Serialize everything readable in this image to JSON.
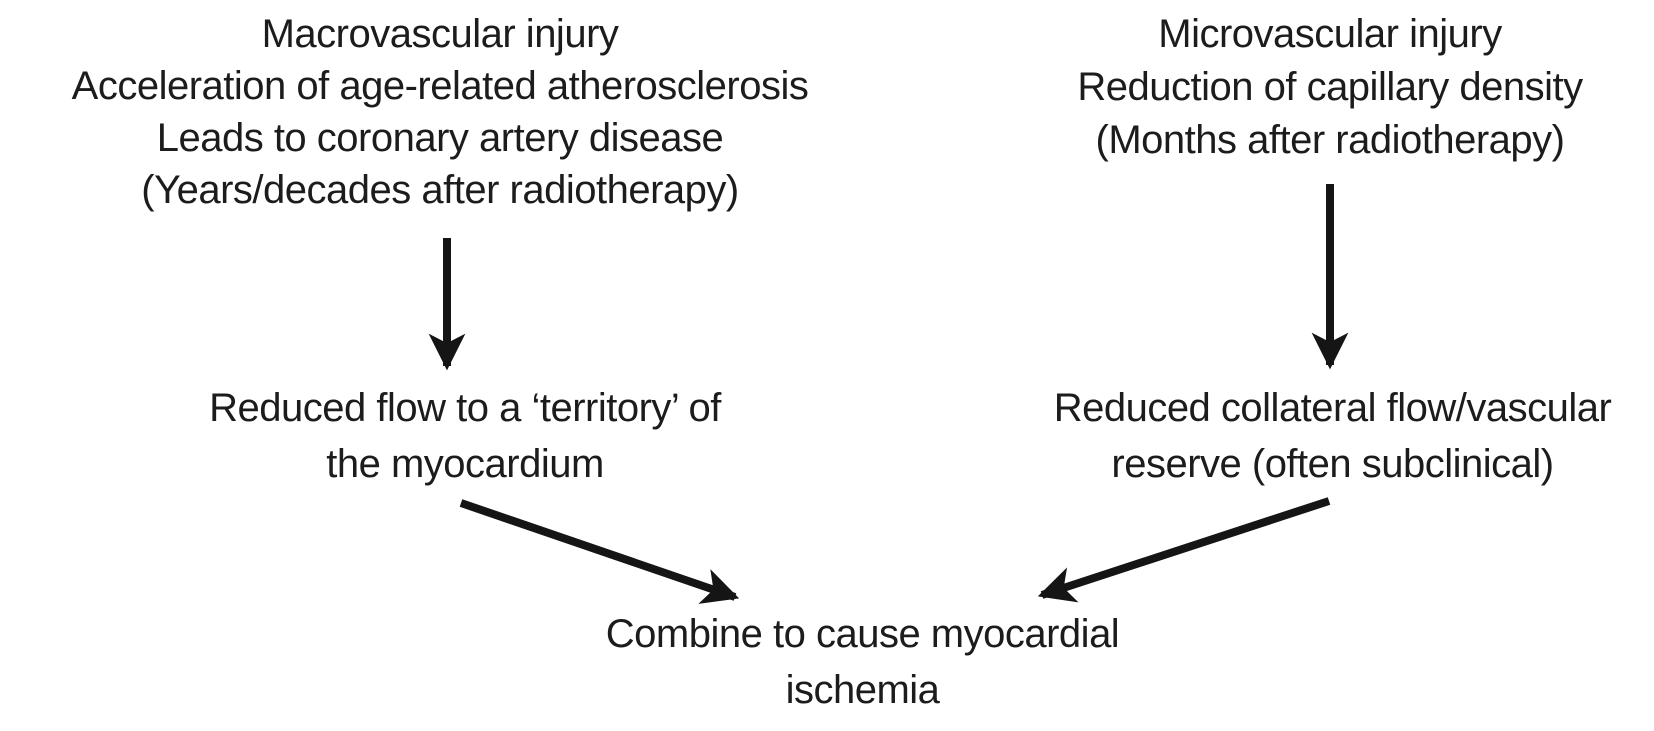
{
  "colors": {
    "background": "#ffffff",
    "text": "#1c1c1c",
    "arrow": "#151515"
  },
  "nodes": {
    "macrovascular": {
      "lines": [
        "Macrovascular injury",
        "Acceleration of age-related atherosclerosis",
        "Leads to coronary artery disease",
        "(Years/decades after radiotherapy)"
      ]
    },
    "microvascular": {
      "lines": [
        "Microvascular injury",
        "Reduction of capillary density",
        "(Months after radiotherapy)"
      ]
    },
    "reduced_flow": {
      "lines": [
        "Reduced flow to a ‘territory’ of",
        "the myocardium"
      ]
    },
    "reduced_collateral": {
      "lines": [
        "Reduced collateral flow/vascular",
        "reserve (often subclinical)"
      ]
    },
    "combine": {
      "lines": [
        "Combine to cause myocardial",
        "ischemia"
      ]
    }
  },
  "connections": [
    {
      "from": "macrovascular",
      "to": "reduced_flow"
    },
    {
      "from": "microvascular",
      "to": "reduced_collateral"
    },
    {
      "from": "reduced_flow",
      "to": "combine"
    },
    {
      "from": "reduced_collateral",
      "to": "combine"
    }
  ]
}
